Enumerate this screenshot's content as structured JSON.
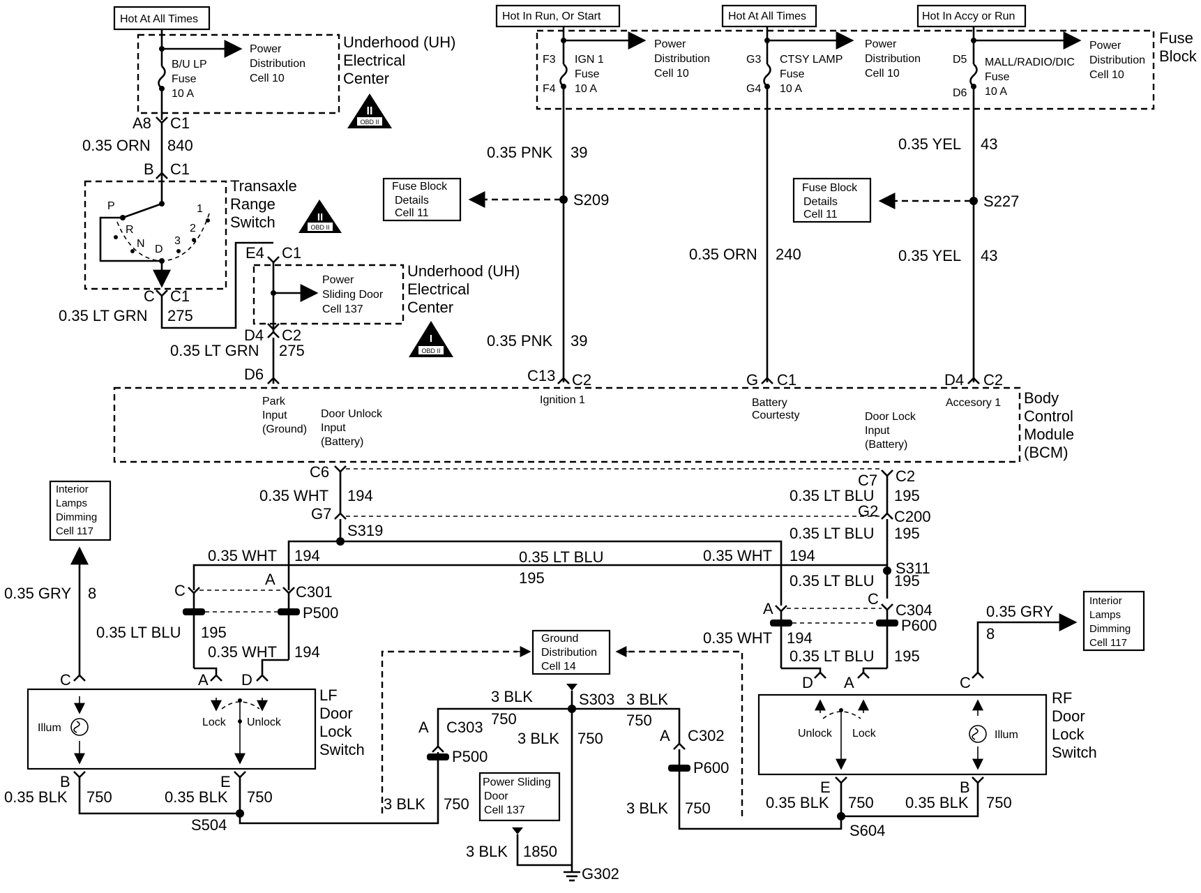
{
  "hot_labels": {
    "hot_always_1": "Hot At All Times",
    "hot_run_start": "Hot In Run, Or Start",
    "hot_always_2": "Hot At All Times",
    "hot_accy_run": "Hot In Accy or Run"
  },
  "underhood": {
    "title_l1": "Underhood (UH)",
    "title_l2": "Electrical",
    "title_l3": "Center",
    "bu_fuse_l1": "B/U LP",
    "bu_fuse_l2": "Fuse",
    "bu_fuse_l3": "10 A",
    "pd_l1": "Power",
    "pd_l2": "Distribution",
    "pd_l3": "Cell 10",
    "obd": "OBD II",
    "obd_roman": "II"
  },
  "underhood2": {
    "title_l1": "Underhood (UH)",
    "title_l2": "Electrical",
    "title_l3": "Center",
    "sd_l1": "Power",
    "sd_l2": "Sliding Door",
    "sd_l3": "Cell 137",
    "obd": "OBD II",
    "obd_roman": "I"
  },
  "fuse_block": {
    "title_l1": "Fuse",
    "title_l2": "Block",
    "f3": "F3",
    "f4": "F4",
    "ign_l1": "IGN 1",
    "ign_l2": "Fuse",
    "ign_l3": "10 A",
    "g3": "G3",
    "g4": "G4",
    "ctsy_l1": "CTSY LAMP",
    "ctsy_l2": "Fuse",
    "ctsy_l3": "10 A",
    "d5": "D5",
    "d6": "D6",
    "mall_l1": "MALL/RADIO/DIC",
    "mall_l2": "Fuse",
    "mall_l3": "10 A",
    "pd_l1": "Power",
    "pd_l2": "Distribution",
    "pd_l3": "Cell 10"
  },
  "trans": {
    "title_l1": "Transaxle",
    "title_l2": "Range",
    "title_l3": "Switch",
    "p": "P",
    "r": "R",
    "n": "N",
    "d": "D",
    "three": "3",
    "two": "2",
    "one": "1",
    "obd": "OBD II",
    "obd_roman": "II"
  },
  "fuse_details": {
    "l1": "Fuse Block",
    "l2": "Details",
    "l3": "Cell 11"
  },
  "bcm": {
    "title_l1": "Body",
    "title_l2": "Control",
    "title_l3": "Module",
    "title_l4": "(BCM)",
    "park_l1": "Park",
    "park_l2": "Input",
    "park_l3": "(Ground)",
    "unlock_l1": "Door Unlock",
    "unlock_l2": "Input",
    "unlock_l3": "(Battery)",
    "ign1": "Ignition 1",
    "batt_l1": "Battery",
    "batt_l2": "Courtesty",
    "lock_l1": "Door Lock",
    "lock_l2": "Input",
    "lock_l3": "(Battery)",
    "acc1": "Accesory 1"
  },
  "interior": {
    "l1": "Interior",
    "l2": "Lamps",
    "l3": "Dimming",
    "l4": "Cell 117"
  },
  "lf_switch": {
    "t1": "LF",
    "t2": "Door",
    "t3": "Lock",
    "t4": "Switch",
    "illum": "Illum",
    "lock": "Lock",
    "unlock": "Unlock"
  },
  "rf_switch": {
    "t1": "RF",
    "t2": "Door",
    "t3": "Lock",
    "t4": "Switch",
    "illum": "Illum",
    "lock": "Lock",
    "unlock": "Unlock"
  },
  "ground_dist": {
    "l1": "Ground",
    "l2": "Distribution",
    "l3": "Cell 14"
  },
  "psd": {
    "l1": "Power Sliding",
    "l2": "Door",
    "l3": "Cell 137"
  },
  "wires": {
    "w1": "0.35 ORN",
    "w1n": "840",
    "w2": "0.35 LT GRN",
    "w2n": "275",
    "w3": "0.35 LT GRN",
    "w3n": "275",
    "w4": "0.35 PNK",
    "w4n": "39",
    "w5": "0.35 PNK",
    "w5n": "39",
    "w6": "0.35 ORN",
    "w6n": "240",
    "w7": "0.35 YEL",
    "w7n": "43",
    "w8": "0.35 YEL",
    "w8n": "43",
    "w9": "0.35 WHT",
    "w9n": "194",
    "w10": "0.35 LT BLU",
    "w10n": "195",
    "w11": "0.35 LT BLU",
    "w11n": "195",
    "w12": "0.35 WHT",
    "w12n": "194",
    "w13": "0.35 LT BLU",
    "w13n": "195",
    "w14": "0.35 WHT",
    "w14n": "194",
    "w15": "0.35 LT BLU",
    "w15n": "195",
    "w16": "0.35 GRY",
    "w16n": "8",
    "w17": "0.35 LT BLU",
    "w17n": "195",
    "w18": "0.35 WHT",
    "w18n": "194",
    "w19": "0.35 WHT",
    "w19n": "194",
    "w20": "0.35 LT BLU",
    "w20n": "195",
    "w21": "0.35 GRY",
    "w21n": "8",
    "w22": "0.35 BLK",
    "w22n": "750",
    "w23": "0.35 BLK",
    "w23n": "750",
    "w24": "0.35 BLK",
    "w24n": "750",
    "w25": "0.35 BLK",
    "w25n": "750",
    "w26": "3 BLK",
    "w26n": "750",
    "w27": "3 BLK",
    "w27n": "750",
    "w28": "3 BLK",
    "w28n": "750",
    "w29": "3 BLK",
    "w29n": "750",
    "w30": "3 BLK",
    "w30n": "750",
    "w31": "3 BLK",
    "w31n": "1850"
  },
  "connectors": {
    "a8": "A8",
    "c1a": "C1",
    "b": "B",
    "c1b": "C1",
    "c": "C",
    "c1c": "C1",
    "e4": "E4",
    "c1d": "C1",
    "d4": "D4",
    "c2a": "C2",
    "d6": "D6",
    "c13": "C13",
    "c2b": "C2",
    "g": "G",
    "c1e": "C1",
    "d4b": "D4",
    "c2c": "C2",
    "c6": "C6",
    "g7": "G7",
    "c7": "C7",
    "c2d": "C2",
    "g2": "G2",
    "c200": "C200",
    "c_lf": "C",
    "a_lf": "A",
    "c301": "C301",
    "p500": "P500",
    "a_rf": "A",
    "c_rf": "C",
    "c304": "C304",
    "p600": "P600",
    "lf_c": "C",
    "lf_a": "A",
    "lf_d": "D",
    "lf_b": "B",
    "lf_e": "E",
    "rf_d": "D",
    "rf_a": "A",
    "rf_c": "C",
    "rf_e": "E",
    "rf_b": "B",
    "a303": "A",
    "c303": "C303",
    "p500b": "P500",
    "a302": "A",
    "c302": "C302",
    "p600b": "P600"
  },
  "splices": {
    "s209": "S209",
    "s227": "S227",
    "s319": "S319",
    "s311": "S311",
    "s303": "S303",
    "s504": "S504",
    "s604": "S604",
    "g302": "G302"
  }
}
